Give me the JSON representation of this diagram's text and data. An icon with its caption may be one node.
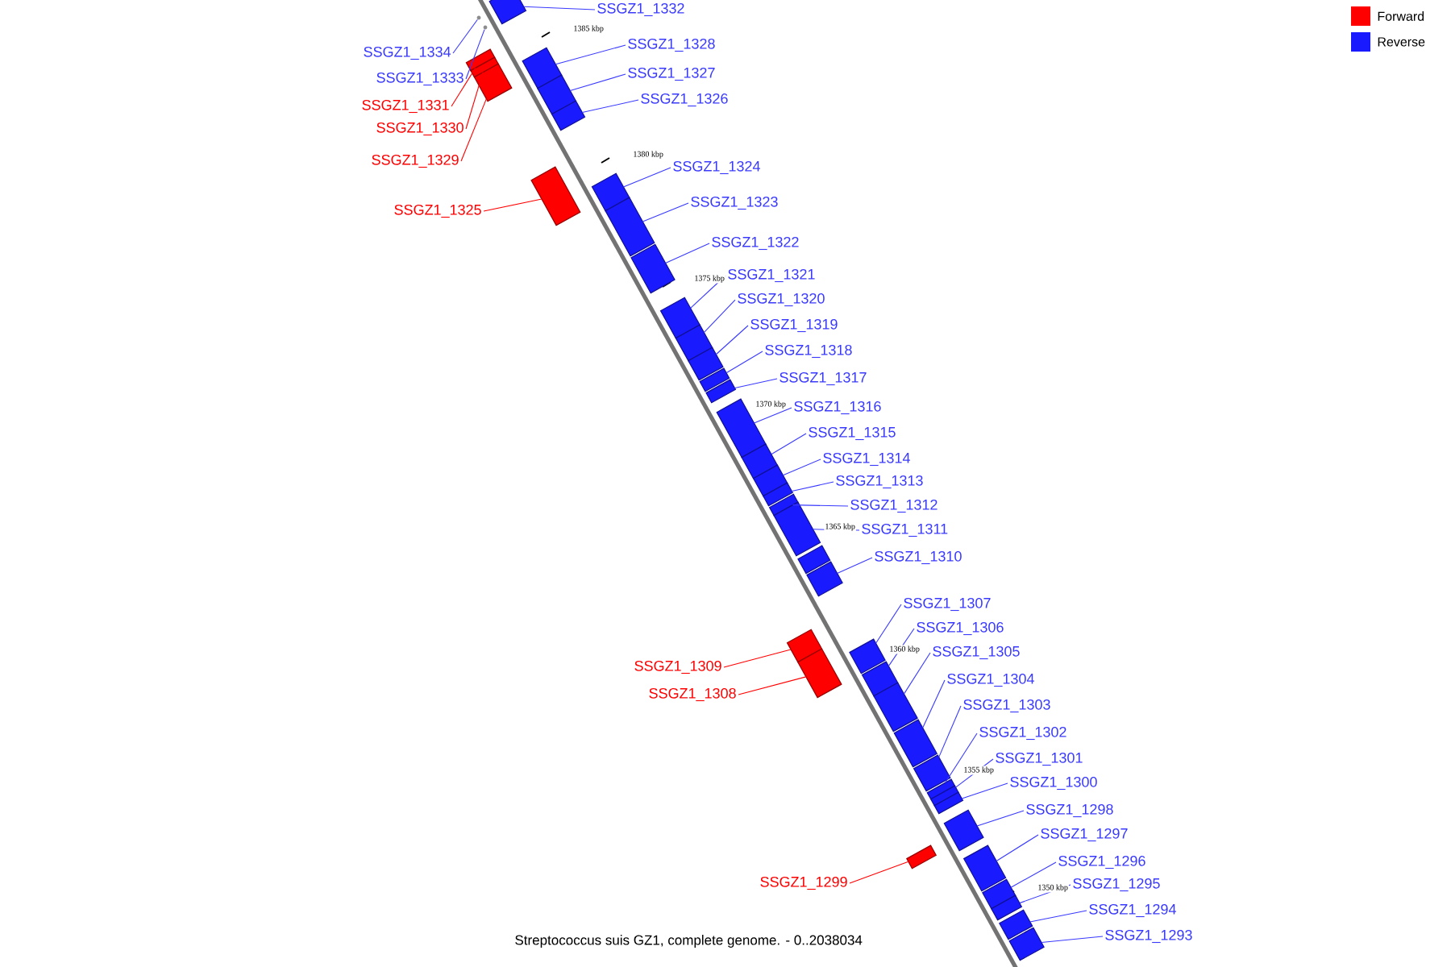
{
  "diagram": {
    "caption": "Streptococcus suis GZ1, complete genome. - 0..2038034",
    "nodes": [
      {
        "text": [
          "SSGZ1_1332"
        ]
      },
      {
        "text": [
          "SSGZ1_1334"
        ]
      },
      {
        "text": [
          "SSGZ1_1328"
        ]
      },
      {
        "text": [
          "SSGZ1_1333"
        ]
      },
      {
        "text": [
          "SSGZ1_1327"
        ]
      },
      {
        "text": [
          "SSGZ1_1331"
        ]
      },
      {
        "text": [
          "SSGZ1_1326"
        ]
      },
      {
        "text": [
          "SSGZ1_1330"
        ]
      },
      {
        "text": [
          "SSGZ1_1329"
        ]
      },
      {
        "text": [
          "SSGZ1_1324"
        ]
      },
      {
        "text": [
          "SSGZ1_1323"
        ]
      },
      {
        "text": [
          "SSGZ1_1325"
        ]
      },
      {
        "text": [
          "SSGZ1_1322"
        ]
      },
      {
        "text": [
          "SSGZ1_1321"
        ]
      },
      {
        "text": [
          "SSGZ1_1320"
        ]
      },
      {
        "text": [
          "SSGZ1_1319"
        ]
      },
      {
        "text": [
          "SSGZ1_1318"
        ]
      },
      {
        "text": [
          "SSGZ1_1317"
        ]
      },
      {
        "text": [
          "SSGZ1_1316"
        ]
      },
      {
        "text": [
          "SSGZ1_1315"
        ]
      },
      {
        "text": [
          "SSGZ1_1314"
        ]
      },
      {
        "text": [
          "SSGZ1_1313"
        ]
      },
      {
        "text": [
          "SSGZ1_1312"
        ]
      },
      {
        "text": [
          "SSGZ1_1311"
        ]
      },
      {
        "text": [
          "SSGZ1_1310"
        ]
      },
      {
        "text": [
          "SSGZ1_1307"
        ]
      },
      {
        "text": [
          "SSGZ1_1306"
        ]
      },
      {
        "text": [
          "SSGZ1_1305"
        ]
      },
      {
        "text": [
          "SSGZ1_1304"
        ]
      },
      {
        "text": [
          "SSGZ1_1303"
        ]
      },
      {
        "text": [
          "SSGZ1_1309"
        ]
      },
      {
        "text": [
          "SSGZ1_1302"
        ]
      },
      {
        "text": [
          "SSGZ1_1308"
        ]
      },
      {
        "text": [
          "SSGZ1_1301"
        ]
      },
      {
        "text": [
          "SSGZ1_1300"
        ]
      },
      {
        "text": [
          "SSGZ1_1298"
        ]
      },
      {
        "text": [
          "SSGZ1_1297"
        ]
      },
      {
        "text": [
          "SSGZ1_1296"
        ]
      },
      {
        "text": [
          "SSGZ1_1295"
        ]
      },
      {
        "text": [
          "SSGZ1_1299"
        ]
      },
      {
        "text": [
          "SSGZ1_1294"
        ]
      },
      {
        "text": [
          "SSGZ1_1293"
        ]
      },
      {
        "text": [],
        "shape": "bar"
      },
      {
        "text": [],
        "shape": "bar"
      },
      {
        "text": [],
        "shape": "bar"
      },
      {
        "text": [],
        "shape": "bar"
      },
      {
        "text": [],
        "shape": "bar"
      },
      {
        "text": [],
        "shape": "bar"
      },
      {
        "text": [],
        "shape": "bar"
      },
      {
        "text": [],
        "shape": "bar"
      },
      {
        "text": [],
        "shape": "bar"
      },
      {
        "text": [],
        "shape": "bar"
      },
      {
        "text": [],
        "shape": "bar"
      },
      {
        "text": [],
        "shape": "bar"
      },
      {
        "text": [],
        "shape": "bar"
      },
      {
        "text": [],
        "shape": "bar"
      },
      {
        "text": [],
        "shape": "bar"
      },
      {
        "text": [],
        "shape": "bar"
      },
      {
        "text": [],
        "shape": "bar"
      },
      {
        "text": [],
        "shape": "bar"
      },
      {
        "text": [],
        "shape": "bar"
      },
      {
        "text": [],
        "shape": "bar"
      },
      {
        "text": [],
        "shape": "bar"
      },
      {
        "text": [],
        "shape": "bar"
      },
      {
        "text": [],
        "shape": "bar"
      },
      {
        "text": [],
        "shape": "bar"
      },
      {
        "text": [],
        "shape": "bar"
      },
      {
        "text": [],
        "shape": "bar"
      },
      {
        "text": [],
        "shape": "bar"
      },
      {
        "text": [],
        "shape": "bar"
      },
      {
        "text": [],
        "shape": "bar"
      },
      {
        "text": [],
        "shape": "bar"
      },
      {
        "text": [],
        "shape": "bar"
      },
      {
        "text": [],
        "shape": "bar"
      },
      {
        "text": [],
        "shape": "bar"
      },
      {
        "text": [],
        "shape": "bar"
      },
      {
        "text": [],
        "shape": "bar"
      },
      {
        "text": [],
        "shape": "bar"
      },
      {
        "text": [],
        "shape": "bar"
      },
      {
        "text": [],
        "shape": "bar"
      },
      {
        "text": [],
        "shape": "bar"
      },
      {
        "text": [],
        "shape": "bar"
      },
      {
        "text": [],
        "shape": "bar"
      },
      {
        "text": [],
        "shape": "circle"
      },
      {
        "text": [],
        "shape": "circle"
      }
    ],
    "edges": [
      {
        "from": 0,
        "to": 42,
        "arrow": "none"
      },
      {
        "from": 1,
        "to": 83,
        "arrow": "none"
      },
      {
        "from": 2,
        "to": 43,
        "arrow": "none"
      },
      {
        "from": 3,
        "to": 84,
        "arrow": "none"
      },
      {
        "from": 4,
        "to": 44,
        "arrow": "none"
      },
      {
        "from": 5,
        "to": 45,
        "arrow": "none",
        "color": "#ff0000"
      },
      {
        "from": 6,
        "to": 46,
        "arrow": "none"
      },
      {
        "from": 7,
        "to": 47,
        "arrow": "none",
        "color": "#ff0000"
      },
      {
        "from": 8,
        "to": 48,
        "arrow": "none",
        "color": "#ff0000"
      },
      {
        "from": 9,
        "to": 49,
        "arrow": "none"
      },
      {
        "from": 10,
        "to": 50,
        "arrow": "none"
      },
      {
        "from": 11,
        "to": 51,
        "arrow": "none",
        "color": "#ff0000"
      },
      {
        "from": 12,
        "to": 52,
        "arrow": "none"
      },
      {
        "from": 13,
        "to": 53,
        "arrow": "none"
      },
      {
        "from": 14,
        "to": 54,
        "arrow": "none"
      },
      {
        "from": 15,
        "to": 55,
        "arrow": "none"
      },
      {
        "from": 16,
        "to": 56,
        "arrow": "none"
      },
      {
        "from": 17,
        "to": 57,
        "arrow": "none"
      },
      {
        "from": 18,
        "to": 58,
        "arrow": "none"
      },
      {
        "from": 19,
        "to": 59,
        "arrow": "none"
      },
      {
        "from": 20,
        "to": 60,
        "arrow": "none"
      },
      {
        "from": 21,
        "to": 61,
        "arrow": "none"
      },
      {
        "from": 22,
        "to": 62,
        "arrow": "none"
      },
      {
        "from": 23,
        "to": 63,
        "arrow": "none"
      },
      {
        "from": 24,
        "to": 64,
        "arrow": "none"
      },
      {
        "from": 25,
        "to": 65,
        "arrow": "none"
      },
      {
        "from": 26,
        "to": 66,
        "arrow": "none"
      },
      {
        "from": 27,
        "to": 67,
        "arrow": "none"
      },
      {
        "from": 28,
        "to": 68,
        "arrow": "none"
      },
      {
        "from": 29,
        "to": 69,
        "arrow": "none"
      },
      {
        "from": 30,
        "to": 70,
        "arrow": "none",
        "color": "#ff0000"
      },
      {
        "from": 31,
        "to": 71,
        "arrow": "none"
      },
      {
        "from": 32,
        "to": 72,
        "arrow": "none",
        "color": "#ff0000"
      },
      {
        "from": 33,
        "to": 73,
        "arrow": "none"
      },
      {
        "from": 34,
        "to": 74,
        "arrow": "none"
      },
      {
        "from": 35,
        "to": 75,
        "arrow": "none"
      },
      {
        "from": 36,
        "to": 76,
        "arrow": "none"
      },
      {
        "from": 37,
        "to": 77,
        "arrow": "none"
      },
      {
        "from": 38,
        "to": 78,
        "arrow": "none"
      },
      {
        "from": 39,
        "to": 79,
        "arrow": "none",
        "color": "#ff0000"
      },
      {
        "from": 40,
        "to": 80,
        "arrow": "none"
      },
      {
        "from": 41,
        "to": 81,
        "arrow": "none"
      }
    ],
    "labels": [
      "1385 kbp",
      "1380 kbp",
      "1375 kbp",
      "1370 kbp",
      "1365 kbp",
      "1360 kbp",
      "1355 kbp",
      "1350 kbp"
    ],
    "legend": [
      {
        "text": "Forward",
        "color": "#ff0000"
      },
      {
        "text": "Reverse",
        "color": "#1a1aff"
      }
    ]
  }
}
